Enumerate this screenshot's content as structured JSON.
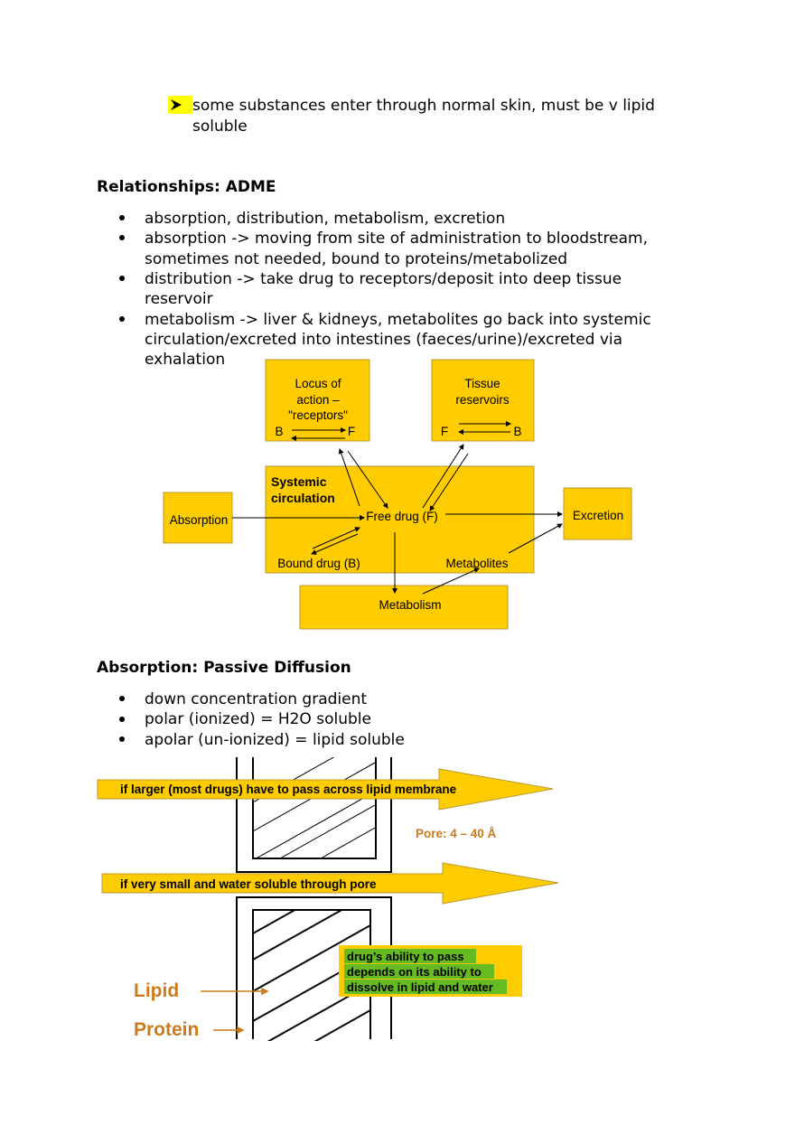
{
  "intro_bullet": {
    "icon": "arrowhead-bullet-icon",
    "line1": "some substances enter through normal skin, must be v lipid",
    "line2": "soluble"
  },
  "section1": {
    "heading": "Relationships: ADME",
    "bullets": [
      [
        "absorption, distribution, metabolism, excretion"
      ],
      [
        "absorption -> moving from site of administration to bloodstream,",
        "sometimes not needed, bound to proteins/metabolized"
      ],
      [
        "distribution -> take drug to receptors/deposit into deep tissue",
        "reservoir"
      ],
      [
        "metabolism -> liver & kidneys, metabolites go back into systemic",
        "circulation/excreted into intestines (faeces/urine)/excreted via",
        "exhalation"
      ]
    ]
  },
  "adme_diagram": {
    "fill": "#ffcc00",
    "locus": [
      "Locus of",
      "action –",
      "\"receptors\""
    ],
    "locus_b": "B",
    "locus_f": "F",
    "tissue": [
      "Tissue",
      "reservoirs"
    ],
    "tissue_f": "F",
    "tissue_b": "B",
    "systemic": [
      "Systemic",
      "circulation"
    ],
    "free_drug": "Free drug (F)",
    "bound_drug": "Bound drug (B)",
    "metabolites": "Metabolites",
    "absorption": "Absorption",
    "excretion": "Excretion",
    "metabolism": "Metabolism"
  },
  "section2": {
    "heading": "Absorption: Passive Diffusion",
    "bullets": [
      "down concentration gradient",
      "polar (ionized) = H2O soluble",
      "apolar (un-ionized) = lipid soluble"
    ]
  },
  "membrane_figure": {
    "arrow1": "if larger (most drugs) have to pass across lipid membrane",
    "arrow2": "if very small and water soluble through pore",
    "pore": "Pore: 4 – 40 Å",
    "note": [
      "drug’s ability to pass",
      "depends on its ability to",
      "dissolve in  lipid and water"
    ],
    "lipid": "Lipid",
    "protein": "Protein",
    "arrow_color": "#ffcc00",
    "label_color": "#cc7a1a",
    "note_highlight": "#66bb22"
  }
}
